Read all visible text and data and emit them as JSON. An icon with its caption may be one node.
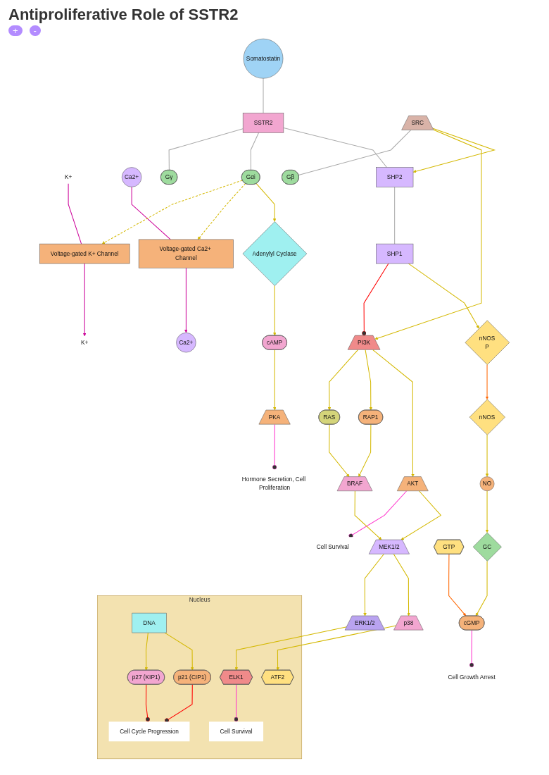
{
  "diagram": {
    "title": "Antiproliferative Role of SSTR2",
    "nodes": [
      {
        "text": [
          "Somatostatin"
        ]
      },
      {
        "text": [
          "SSTR2"
        ]
      },
      {
        "text": [
          "Voltage-gated K+ Channel"
        ]
      },
      {
        "text": [
          "Voltage-gated Ca2+ Channel"
        ]
      },
      {
        "text": [
          "K+"
        ]
      },
      {
        "text": [
          "K+"
        ]
      },
      {
        "text": [
          "Ca2+"
        ]
      },
      {
        "text": [
          "Ca2+"
        ]
      },
      {
        "text": [
          "RAS"
        ]
      },
      {
        "text": [
          "PI3K"
        ]
      },
      {
        "text": [
          "RAP1"
        ]
      },
      {
        "text": [
          "Gγ"
        ]
      },
      {
        "text": [
          "Gαi"
        ]
      },
      {
        "text": [
          "SRC"
        ]
      },
      {
        "text": [
          "Gβ"
        ]
      },
      {
        "text": [
          "SHP2"
        ]
      },
      {
        "text": [
          "SHP1"
        ]
      },
      {
        "text": [
          "BRAF"
        ]
      },
      {
        "text": [
          "AKT"
        ]
      },
      {
        "text": [
          "nNOS"
        ]
      },
      {
        "text": [
          "nNOS",
          "P"
        ]
      },
      {
        "text": [
          "Adenylyl Cyclase"
        ]
      },
      {
        "text": [
          "NO"
        ]
      },
      {
        "text": [
          "Cell Survival"
        ]
      },
      {
        "text": [
          "MEK1/2"
        ]
      },
      {
        "text": [
          "GTP"
        ]
      },
      {
        "text": [
          "GC"
        ]
      },
      {
        "text": [
          "cAMP"
        ]
      },
      {
        "text": [
          "ERK1/2"
        ]
      },
      {
        "text": [
          "p38"
        ]
      },
      {
        "text": [
          "cGMP"
        ]
      },
      {
        "text": [
          "PKA"
        ]
      },
      {
        "text": [
          "Cell Growth Arrest"
        ]
      },
      {
        "text": [
          "Hormone Secretion, Cell Proliferation"
        ]
      },
      {
        "text": [
          "Nucleus"
        ]
      },
      {
        "text": [
          "ELK1"
        ],
        "in": 34
      },
      {
        "text": [
          "ATF2"
        ],
        "in": 34
      },
      {
        "text": [
          "DNA"
        ],
        "in": 34
      },
      {
        "text": [
          "p27 (KIP1)"
        ],
        "in": 34
      },
      {
        "text": [
          "p21 (CIP1)"
        ],
        "in": 34
      },
      {
        "text": [
          "Cell Survival"
        ],
        "in": 34
      },
      {
        "text": [
          "Cell Cycle Progression"
        ],
        "in": 34
      }
    ],
    "edges": [
      {
        "from": 0,
        "to": 1,
        "arrow": "none",
        "color": "#aaaaaa"
      },
      {
        "from": 1,
        "to": 11,
        "arrow": "none",
        "color": "#aaaaaa"
      },
      {
        "from": 1,
        "to": 12,
        "arrow": "none",
        "color": "#aaaaaa"
      },
      {
        "from": 1,
        "to": 15,
        "arrow": "none",
        "color": "#aaaaaa"
      },
      {
        "from": 13,
        "to": 14,
        "arrow": "none",
        "color": "#aaaaaa"
      },
      {
        "from": 15,
        "to": 16,
        "arrow": "none",
        "color": "#aaaaaa"
      },
      {
        "from": 5,
        "to": 2,
        "arrow": "none",
        "color": "#cc0099"
      },
      {
        "from": 2,
        "to": 4,
        "arrow": "to",
        "color": "#cc0099"
      },
      {
        "from": 6,
        "to": 3,
        "arrow": "none",
        "color": "#cc0099"
      },
      {
        "from": 3,
        "to": 7,
        "arrow": "to",
        "color": "#cc0099"
      },
      {
        "from": 12,
        "to": 2,
        "arrow": "to",
        "style": "dashed"
      },
      {
        "from": 12,
        "to": 3,
        "arrow": "to",
        "style": "dashed"
      },
      {
        "from": 9,
        "to": 8,
        "arrow": "to"
      },
      {
        "from": 9,
        "to": 10,
        "arrow": "to"
      },
      {
        "from": 13,
        "to": 9,
        "arrow": "to"
      },
      {
        "from": 13,
        "to": 15,
        "arrow": "to"
      },
      {
        "from": 16,
        "to": 9,
        "arrow": "other",
        "color": "#ff0000"
      },
      {
        "from": 12,
        "to": 21,
        "arrow": "to"
      },
      {
        "from": 10,
        "to": 17,
        "arrow": "to"
      },
      {
        "from": 8,
        "to": 17,
        "arrow": "to"
      },
      {
        "from": 9,
        "to": 18,
        "arrow": "to"
      },
      {
        "from": 18,
        "to": 23,
        "arrow": "other",
        "color": "#ff33cc"
      },
      {
        "from": 16,
        "to": 20,
        "arrow": "to"
      },
      {
        "from": 20,
        "to": 19,
        "arrow": "to",
        "color": "#ff6600"
      },
      {
        "from": 19,
        "to": 22,
        "arrow": "to"
      },
      {
        "from": 22,
        "to": 26,
        "arrow": "to"
      },
      {
        "from": 26,
        "to": 30,
        "arrow": "to"
      },
      {
        "from": 25,
        "to": 30,
        "arrow": "to",
        "color": "#ff6600"
      },
      {
        "from": 21,
        "to": 27,
        "arrow": "to"
      },
      {
        "from": 27,
        "to": 31,
        "arrow": "to"
      },
      {
        "from": 30,
        "to": 32,
        "arrow": "other",
        "color": "#ff33cc"
      },
      {
        "from": 31,
        "to": 33,
        "arrow": "other",
        "color": "#ff33cc"
      },
      {
        "from": 17,
        "to": 24,
        "arrow": "to"
      },
      {
        "from": 18,
        "to": 24,
        "arrow": "to"
      },
      {
        "from": 24,
        "to": 28,
        "arrow": "to"
      },
      {
        "from": 24,
        "to": 29,
        "arrow": "to"
      },
      {
        "from": 28,
        "to": 35,
        "arrow": "to"
      },
      {
        "from": 29,
        "to": 36,
        "arrow": "to"
      },
      {
        "from": 35,
        "to": 40,
        "arrow": "other",
        "color": "#ff33cc"
      },
      {
        "from": 37,
        "to": 38,
        "arrow": "to"
      },
      {
        "from": 37,
        "to": 39,
        "arrow": "to"
      },
      {
        "from": 38,
        "to": 41,
        "arrow": "other",
        "color": "#ff0000"
      },
      {
        "from": 39,
        "to": 41,
        "arrow": "other",
        "color": "#ff0000"
      }
    ],
    "labels": [
      "+",
      "-"
    ]
  }
}
